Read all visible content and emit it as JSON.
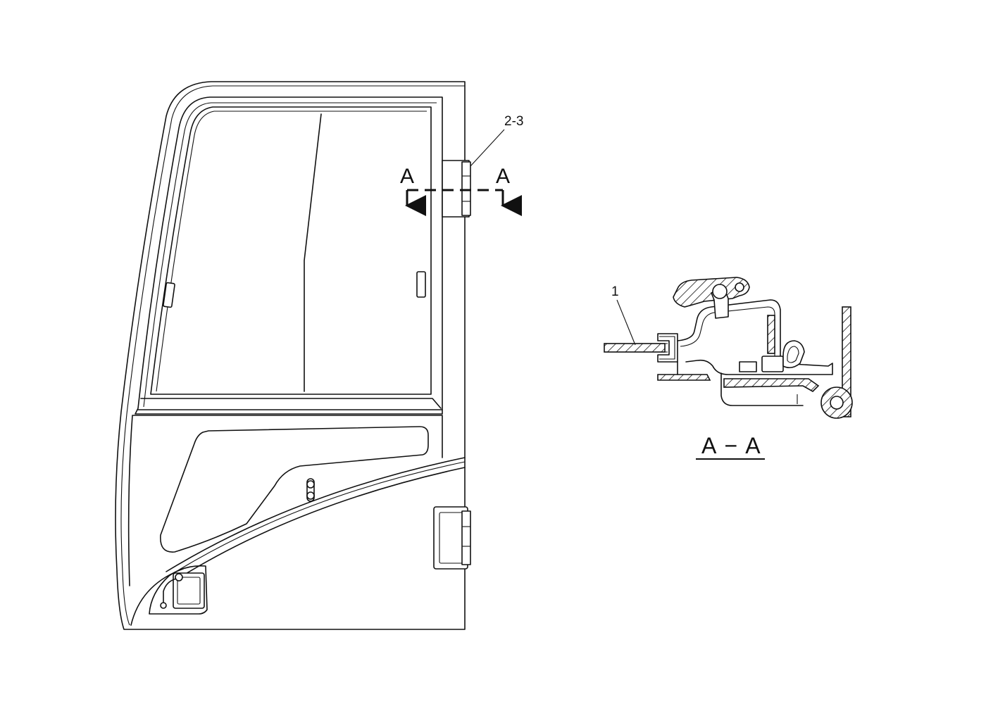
{
  "diagram": {
    "callouts": {
      "hinge_part": "2-3",
      "glass_part": "1"
    },
    "section_marker": {
      "left_letter": "A",
      "right_letter": "A"
    },
    "section_view_title": "A − A"
  }
}
